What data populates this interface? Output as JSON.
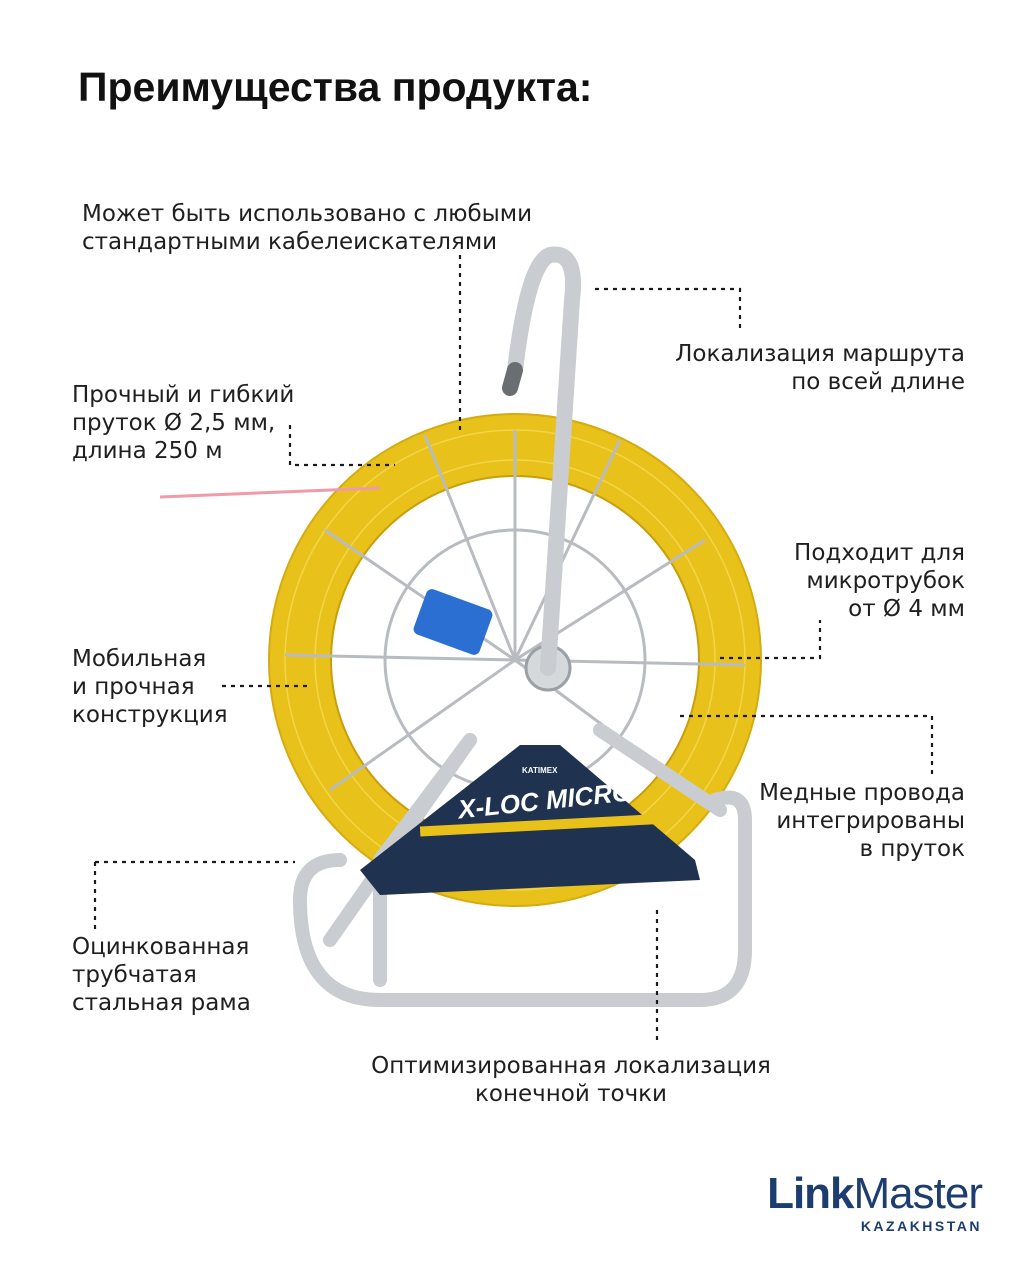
{
  "title": "Преимущества продукта:",
  "callouts": {
    "locators": [
      "Может быть использовано с любыми",
      "стандартными кабелеискателями"
    ],
    "route": [
      "Локализация маршрута",
      "по всей длине"
    ],
    "rod": [
      "Прочный и гибкий",
      "пруток Ø 2,5 мм,",
      "длина 250 м"
    ],
    "microducts": [
      "Подходит для",
      "микротрубок",
      "от Ø 4 мм"
    ],
    "mobile": [
      "Мобильная",
      "и прочная",
      "конструкция"
    ],
    "copper": [
      "Медные провода",
      "интегрированы",
      "в пруток"
    ],
    "frame": [
      "Оцинкованная",
      "трубчатая",
      "стальная рама"
    ],
    "endpoint": [
      "Оптимизированная локализация",
      "конечной точки"
    ]
  },
  "product": {
    "brand": "KATIMEX",
    "model": "X-LOC MICRO"
  },
  "logo": {
    "bold": "Link",
    "regular": "Master",
    "sub": "KAZAKHSTAN"
  },
  "colors": {
    "reel": "#e8c21a",
    "frame": "#c9ccd0",
    "label": "#1f3250",
    "accent": "#1d3d70"
  }
}
